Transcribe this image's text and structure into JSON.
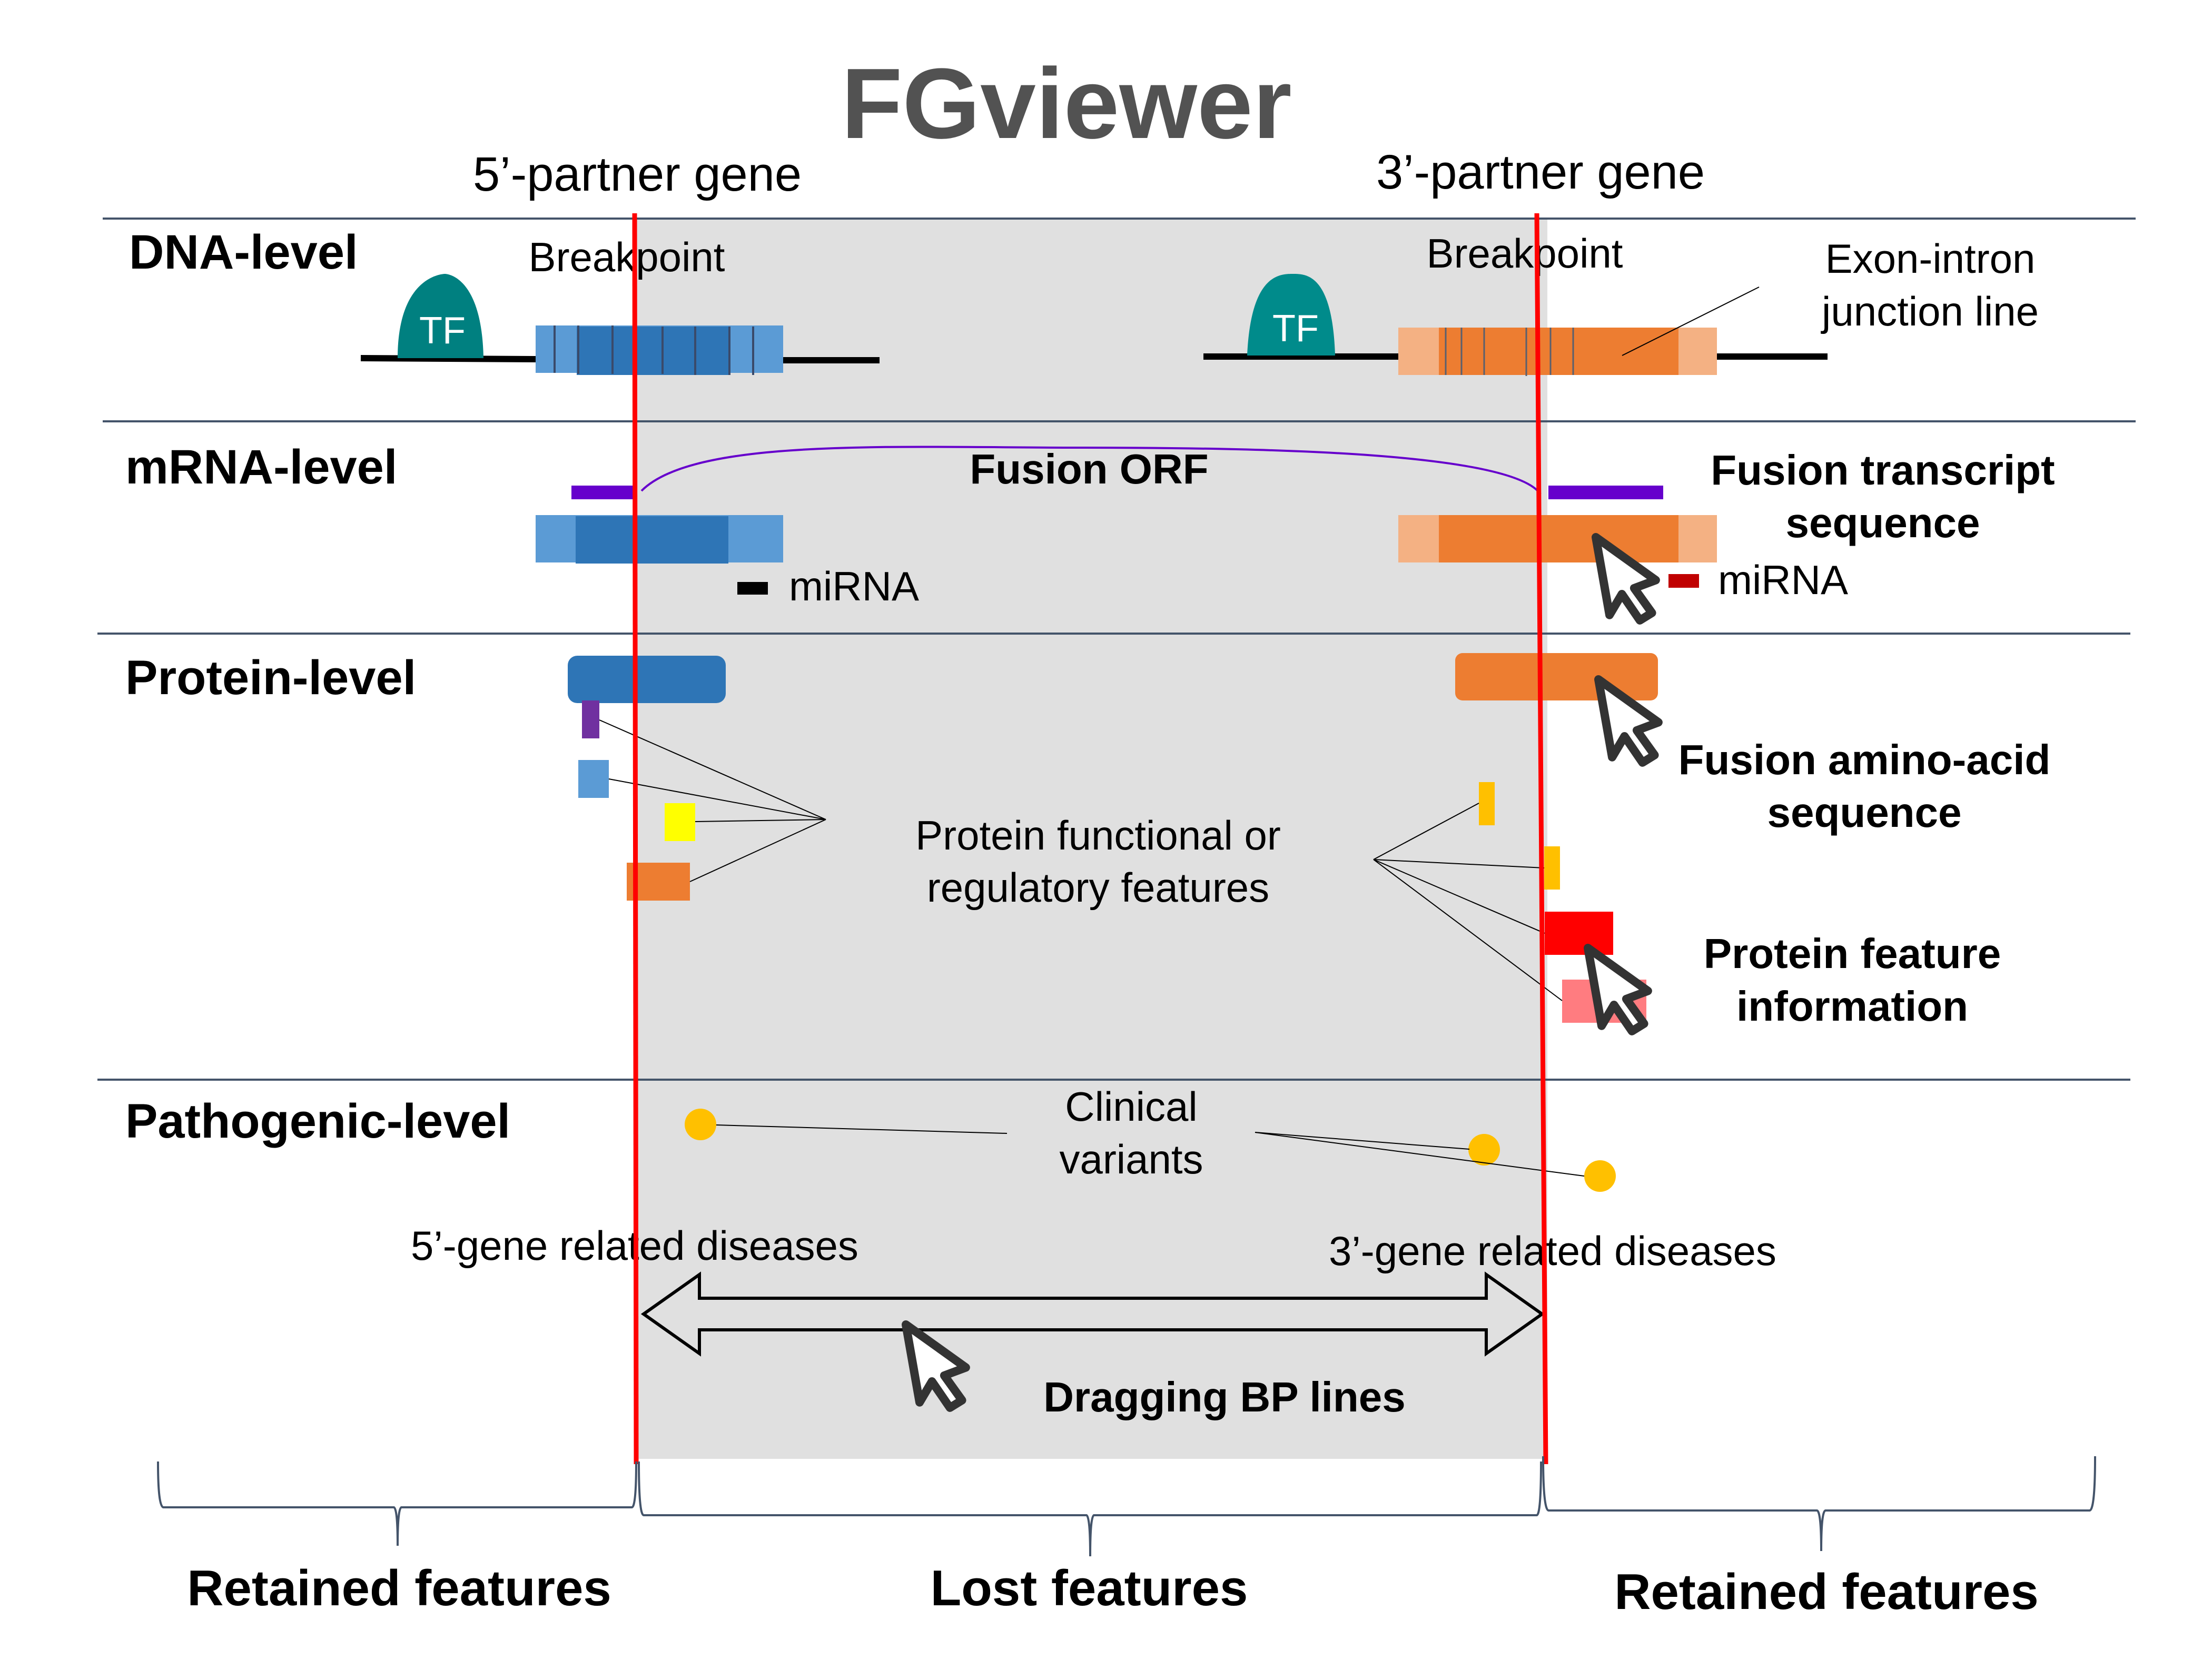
{
  "title": "FGviewer",
  "genes": {
    "five_prime": "5’-partner gene",
    "three_prime": "3’-partner gene"
  },
  "levels": {
    "dna": "DNA-level",
    "mrna": "mRNA-level",
    "protein": "Protein-level",
    "pathogenic": "Pathogenic-level"
  },
  "dna": {
    "breakpoint_label": "Breakpoint",
    "tf_label": "TF",
    "exon_intron_label_line1": "Exon-intron",
    "exon_intron_label_line2": "junction line"
  },
  "mrna": {
    "fusion_orf_label": "Fusion ORF",
    "mirna_label": "miRNA",
    "fusion_transcript_line1": "Fusion transcript",
    "fusion_transcript_line2": "sequence"
  },
  "protein": {
    "features_line1": "Protein functional or",
    "features_line2": "regulatory features",
    "fusion_aa_line1": "Fusion amino-acid",
    "fusion_aa_line2": "sequence",
    "feature_info_line1": "Protein feature",
    "feature_info_line2": "information"
  },
  "pathogenic": {
    "clinical_line1": "Clinical",
    "clinical_line2": "variants",
    "five_prime_diseases": "5’-gene related diseases",
    "three_prime_diseases": "3’-gene related diseases",
    "dragging_label": "Dragging BP lines"
  },
  "sections": {
    "left": "Retained features",
    "middle": "Lost features",
    "right": "Retained features"
  },
  "colors": {
    "breakpoint_line": "#ff0000",
    "lost_region": "#e0e0e0",
    "five_prime_exon": "#2e75b6",
    "five_prime_utr": "#5b9bd5",
    "three_prime_exon": "#ed7d31",
    "three_prime_utr": "#f4b183",
    "tf": "#008080",
    "orf": "#6600cc",
    "variant": "#ffc000"
  }
}
